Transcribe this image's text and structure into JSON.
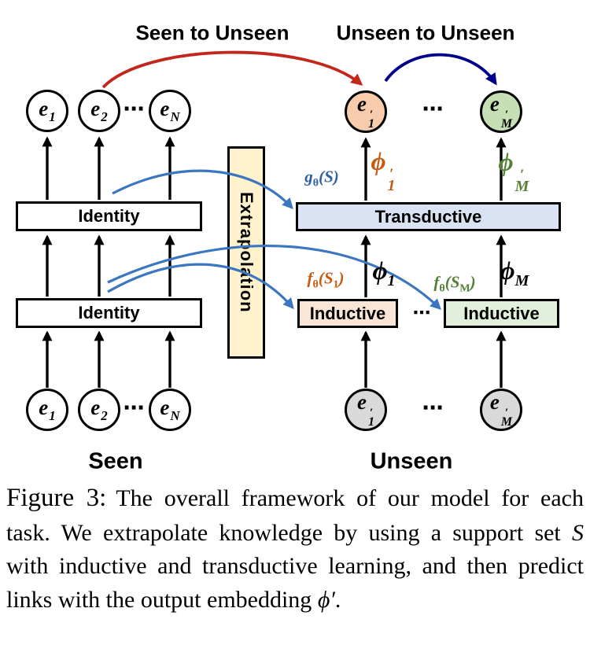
{
  "colors": {
    "red_arrow": "#c2271d",
    "navy_arrow": "#00008b",
    "blue_flow_arrow": "#3b76c1",
    "orange_text": "#c55a11",
    "green_text": "#538135",
    "blue_text": "#2e5fa3",
    "extrapolation_fill": "#fff2cc",
    "transductive_fill": "#dae3f3",
    "inductive_left_fill": "#fbe5d6",
    "inductive_right_fill": "#e2efda",
    "node_peach_fill": "#f8cbad",
    "node_green_fill": "#c5e0b4",
    "node_gray_fill": "#d9d9d9"
  },
  "top_labels": {
    "seen_to_unseen": "Seen to Unseen",
    "unseen_to_unseen": "Unseen to Unseen"
  },
  "group_labels": {
    "seen": "Seen",
    "unseen": "Unseen"
  },
  "dots": "⋯",
  "boxes": {
    "identity_upper": "Identity",
    "identity_lower": "Identity",
    "extrapolation": "Extrapolation",
    "transductive": "Transductive",
    "inductive_left": "Inductive",
    "inductive_right": "Inductive"
  },
  "nodes": {
    "e1": {
      "base": "e",
      "sub": "1"
    },
    "e2": {
      "base": "e",
      "sub": "2"
    },
    "eN": {
      "base": "e",
      "sub": "N"
    },
    "e1_prime": {
      "base": "e",
      "prime": "′",
      "sub": "1"
    },
    "eM_prime": {
      "base": "e",
      "prime": "′",
      "sub": "M"
    }
  },
  "math": {
    "g_theta_S": {
      "fn": "g",
      "sub": "θ",
      "open": "(",
      "var": "S",
      "close": ")"
    },
    "f_theta_S1": {
      "fn": "f",
      "sub": "θ",
      "open": "(",
      "var": "S",
      "varsub": "1",
      "close": ")"
    },
    "f_theta_SM": {
      "fn": "f",
      "sub": "θ",
      "open": "(",
      "var": "S",
      "varsub": "M",
      "close": ")"
    },
    "phi_prime_1": {
      "base": "ϕ",
      "prime": "′",
      "sub": "1"
    },
    "phi_prime_M": {
      "base": "ϕ",
      "prime": "′",
      "sub": "M"
    },
    "phi_1": {
      "base": "ϕ",
      "sub": "1"
    },
    "phi_M": {
      "base": "ϕ",
      "sub": "M"
    }
  },
  "caption": {
    "tag": "Figure 3:",
    "body1": "The overall framework of our model for each task. We extrapolate knowledge by using a support set ",
    "var1": "S",
    "body2": " with inductive and transductive learning, and then predict links with the output embedding ",
    "var2": "ϕ′",
    "end": "."
  }
}
